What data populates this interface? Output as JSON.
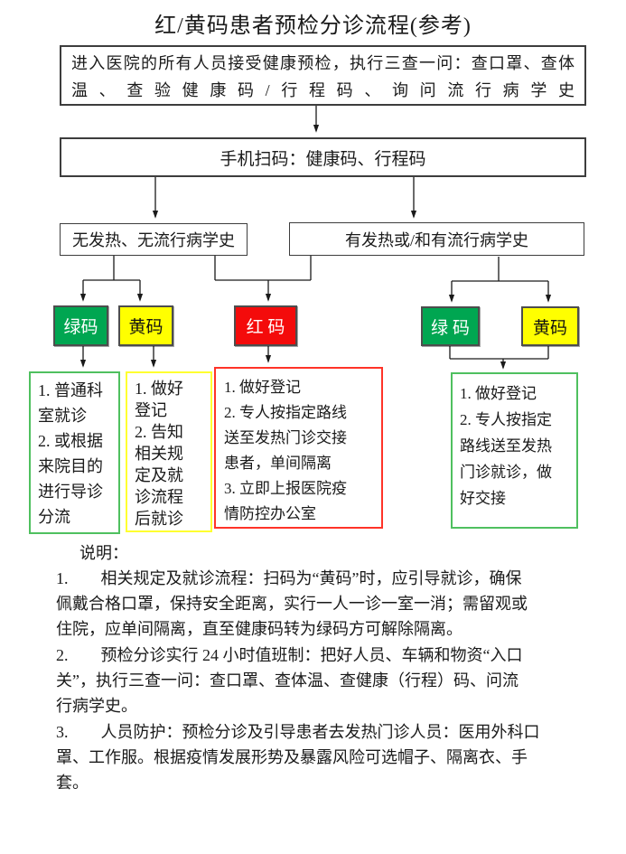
{
  "title": "红/黄码患者预检分诊流程(参考)",
  "entry_box": {
    "lines": [
      "进入医院的所有人员接受健康预检，执行三查一问：查口罩、查体",
      "温、查验健康码/行程码、询问流行病学史"
    ]
  },
  "scan_box": {
    "label": "手机扫码：健康码、行程码"
  },
  "conditions": {
    "no_fever": "无发热、无流行病学史",
    "fever": "有发热或/和有流行病学史"
  },
  "codes": {
    "green_left": "绿码",
    "yellow_left": "黄码",
    "red": "红 码",
    "green_right": "绿 码",
    "yellow_right": "黄码"
  },
  "colors": {
    "green_fill": "#00a651",
    "yellow_fill": "#ffff00",
    "red_fill": "#f40b0b",
    "green_border": "#4fc05f",
    "yellow_border": "#ffff30",
    "red_border": "#ff3328"
  },
  "outcomes": {
    "green_left": {
      "lines": [
        "1. 普通科",
        "室就诊",
        "2. 或根据",
        "来院目的",
        "进行导诊",
        "分流"
      ]
    },
    "yellow_left": {
      "lines": [
        "1. 做好",
        "登记",
        "2. 告知",
        "相关规",
        "定及就",
        "诊流程",
        "后就诊"
      ]
    },
    "red_center": {
      "lines": [
        "1. 做好登记",
        "2. 专人按指定路线",
        "送至发热门诊交接",
        "患者，单间隔离",
        "3. 立即上报医院疫",
        "情防控办公室"
      ]
    },
    "green_right": {
      "lines": [
        "1. 做好登记",
        "2. 专人按指定",
        "路线送至发热",
        "门诊就诊，做",
        "好交接"
      ]
    }
  },
  "notes": {
    "heading": "说明：",
    "items": [
      {
        "lines": [
          "1.　　相关规定及就诊流程：扫码为“黄码”时，应引导就诊，确保",
          "佩戴合格口罩，保持安全距离，实行一人一诊一室一消；需留观或",
          "住院，应单间隔离，直至健康码转为绿码方可解除隔离。"
        ]
      },
      {
        "lines": [
          "2.　　预检分诊实行 24 小时值班制：把好人员、车辆和物资“入口",
          "关”，执行三查一问：查口罩、查体温、查健康（行程）码、问流",
          "行病学史。"
        ]
      },
      {
        "lines": [
          "3.　　人员防护：预检分诊及引导患者去发热门诊人员：医用外科口",
          "罩、工作服。根据疫情发展形势及暴露风险可选帽子、隔离衣、手",
          "套。"
        ]
      }
    ]
  }
}
